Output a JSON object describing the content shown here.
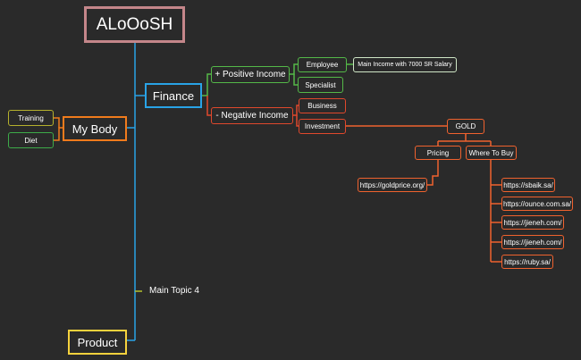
{
  "colors": {
    "background": "#2a2a2a",
    "root": "#c4868a",
    "finance": "#29a3e6",
    "positive": "#54b848",
    "negative": "#e0482c",
    "investment": "#f0622e",
    "body": "#f07b1c",
    "training": "#b5b12c",
    "diet": "#3dab49",
    "product": "#f5d23d",
    "salary": "#cfe6c6",
    "topic4": "#b5c32e"
  },
  "root": {
    "label": "ALoOoSH"
  },
  "finance": {
    "label": "Finance",
    "positive": {
      "label": "+ Positive Income",
      "employee": {
        "label": "Employee",
        "detail": "Main Income with 7000 SR Salary"
      },
      "specialist": {
        "label": "Specialist"
      }
    },
    "negative": {
      "label": "- Negative Income",
      "business": {
        "label": "Business"
      },
      "investment": {
        "label": "Investment",
        "gold": {
          "label": "GOLD",
          "pricing": {
            "label": "Pricing",
            "link": "https://goldprice.org/"
          },
          "where_to_buy": {
            "label": "Where To Buy",
            "links": [
              "https://sbaik.sa/",
              "https://ounce.com.sa/",
              "https://jieneh.com/",
              "https://jieneh.com/",
              "https://ruby.sa/"
            ]
          }
        }
      }
    }
  },
  "body": {
    "label": "My Body",
    "training": "Training",
    "diet": "Diet"
  },
  "topic4": {
    "label": "Main Topic 4"
  },
  "product": {
    "label": "Product"
  }
}
